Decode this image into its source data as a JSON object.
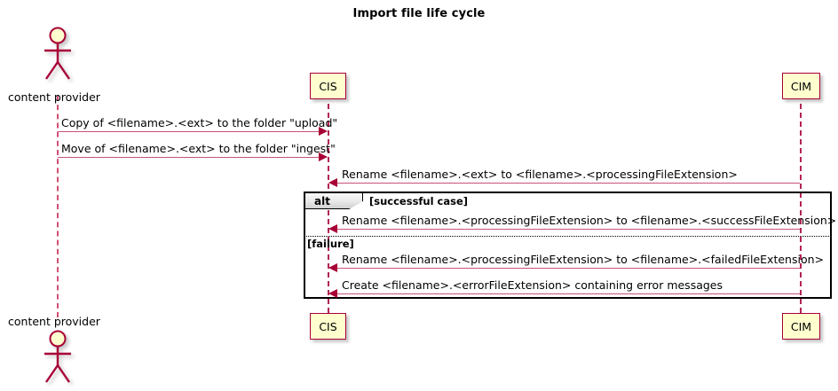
{
  "diagram": {
    "title": "Import file life cycle",
    "type": "uml-sequence-diagram",
    "colors": {
      "line": "#A80036",
      "message_line": "#C7537A",
      "participant_fill": "#FEFECE",
      "participant_border": "#A80036",
      "frame_border": "#000000",
      "actor_head_fill": "#FEFECE",
      "background": "#FFFFFF"
    }
  },
  "actors": {
    "top": {
      "label": "content provider"
    },
    "bottom": {
      "label": "content provider"
    }
  },
  "participants": [
    {
      "id": "cis",
      "top_label": "CIS",
      "bottom_label": "CIS"
    },
    {
      "id": "cim",
      "top_label": "CIM",
      "bottom_label": "CIM"
    }
  ],
  "messages": [
    {
      "id": "m1",
      "label": "Copy of <filename>.<ext> to the folder \"upload\"",
      "from": "content provider",
      "to": "CIS",
      "direction": "right"
    },
    {
      "id": "m2",
      "label": "Move of <filename>.<ext> to the folder \"ingest\"",
      "from": "content provider",
      "to": "CIS",
      "direction": "right"
    },
    {
      "id": "m3",
      "label": "Rename <filename>.<ext> to <filename>.<processingFileExtension>",
      "from": "CIM",
      "to": "CIS",
      "direction": "left"
    },
    {
      "id": "m4",
      "label": "Rename <filename>.<processingFileExtension> to <filename>.<successFileExtension>",
      "from": "CIM",
      "to": "CIS",
      "direction": "left"
    },
    {
      "id": "m5",
      "label": "Rename <filename>.<processingFileExtension> to <filename>.<failedFileExtension>",
      "from": "CIM",
      "to": "CIS",
      "direction": "left"
    },
    {
      "id": "m6",
      "label": "Create <filename>.<errorFileExtension> containing error messages",
      "from": "CIM",
      "to": "CIS",
      "direction": "left"
    }
  ],
  "fragment": {
    "operator": "alt",
    "guard_primary": "[successful case]",
    "guard_else": "[failure]"
  }
}
